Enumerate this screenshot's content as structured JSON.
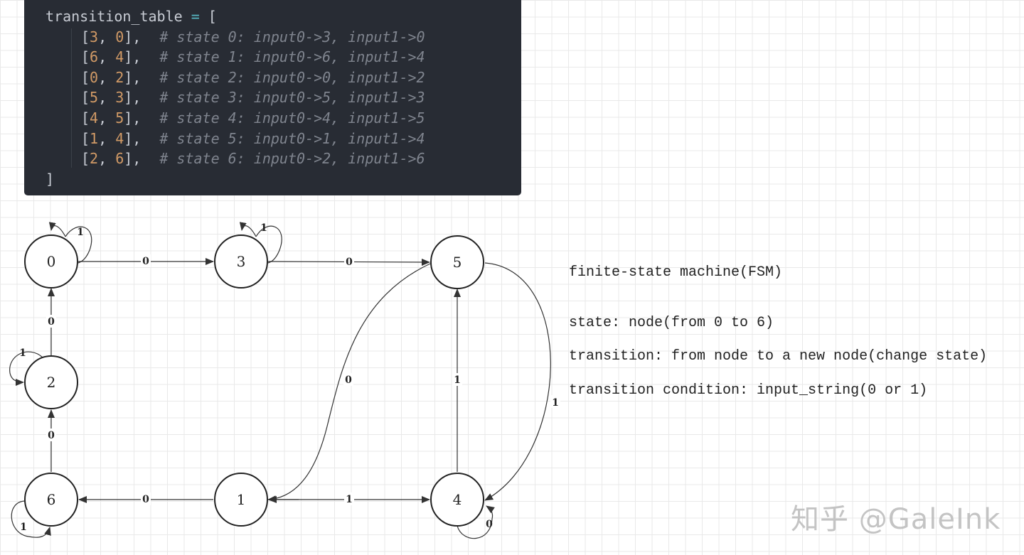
{
  "code": {
    "header_var": "transition_table",
    "header_op": "=",
    "header_open": "[",
    "close": "]",
    "rows": [
      {
        "a": "3",
        "b": "0",
        "comment": "# state 0: input0->3, input1->0"
      },
      {
        "a": "6",
        "b": "4",
        "comment": "# state 1: input0->6, input1->4"
      },
      {
        "a": "0",
        "b": "2",
        "comment": "# state 2: input0->0, input1->2"
      },
      {
        "a": "5",
        "b": "3",
        "comment": "# state 3: input0->5, input1->3"
      },
      {
        "a": "4",
        "b": "5",
        "comment": "# state 4: input0->4, input1->5"
      },
      {
        "a": "1",
        "b": "4",
        "comment": "# state 5: input0->1, input1->4"
      },
      {
        "a": "2",
        "b": "6",
        "comment": "# state 6: input0->2, input1->6"
      }
    ]
  },
  "diagram": {
    "nodes": [
      {
        "id": "0",
        "label": "0"
      },
      {
        "id": "3",
        "label": "3"
      },
      {
        "id": "5",
        "label": "5"
      },
      {
        "id": "2",
        "label": "2"
      },
      {
        "id": "6",
        "label": "6"
      },
      {
        "id": "1",
        "label": "1"
      },
      {
        "id": "4",
        "label": "4"
      }
    ],
    "edges": [
      {
        "from": "0",
        "to": "0",
        "label": "1"
      },
      {
        "from": "0",
        "to": "3",
        "label": "0"
      },
      {
        "from": "3",
        "to": "3",
        "label": "1"
      },
      {
        "from": "3",
        "to": "5",
        "label": "0"
      },
      {
        "from": "5",
        "to": "4",
        "label": "1"
      },
      {
        "from": "5",
        "to": "1",
        "label": "0"
      },
      {
        "from": "4",
        "to": "5",
        "label": "1"
      },
      {
        "from": "4",
        "to": "4",
        "label": "0"
      },
      {
        "from": "1",
        "to": "4",
        "label": "1"
      },
      {
        "from": "1",
        "to": "6",
        "label": "0"
      },
      {
        "from": "6",
        "to": "6",
        "label": "1"
      },
      {
        "from": "6",
        "to": "2",
        "label": "0"
      },
      {
        "from": "2",
        "to": "2",
        "label": "1"
      },
      {
        "from": "2",
        "to": "0",
        "label": "0"
      }
    ]
  },
  "notes": {
    "title": "finite-state machine(FSM)",
    "state": "state: node(from 0 to 6)",
    "transition": "transition: from node to a new node(change state)",
    "condition": "transition condition: input_string(0 or 1)"
  },
  "watermark": "知乎 @GaleInk"
}
